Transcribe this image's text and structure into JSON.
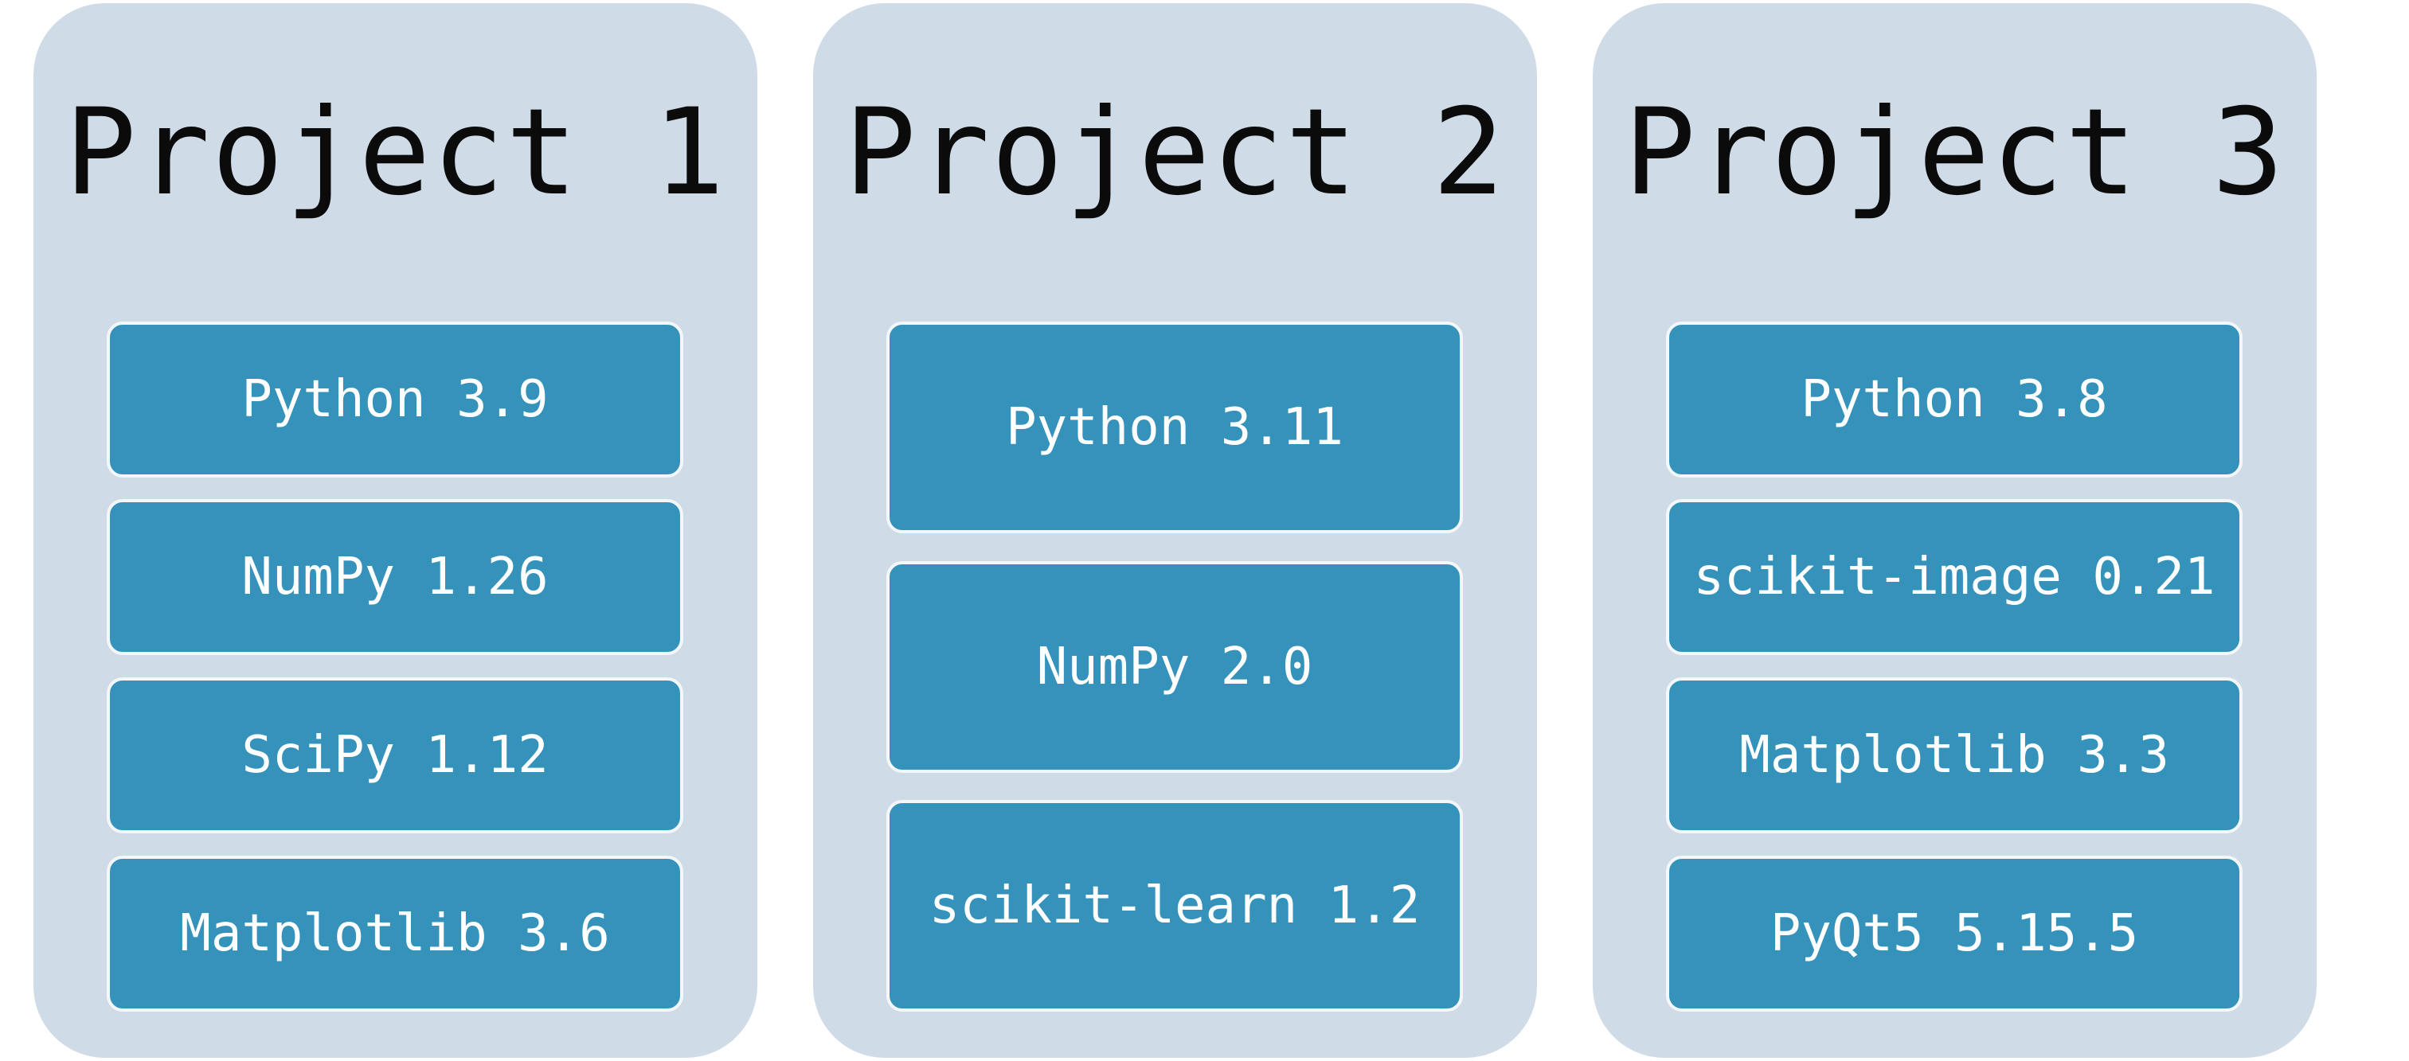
{
  "projects": [
    {
      "title": "Project 1",
      "packages": [
        "Python 3.9",
        "NumPy 1.26",
        "SciPy 1.12",
        "Matplotlib 3.6"
      ]
    },
    {
      "title": "Project 2",
      "packages": [
        "Python 3.11",
        "NumPy 2.0",
        "scikit-learn 1.2"
      ]
    },
    {
      "title": "Project 3",
      "packages": [
        "Python 3.8",
        "scikit-image 0.21",
        "Matplotlib 3.3",
        "PyQt5 5.15.5"
      ]
    }
  ],
  "colors": {
    "panel_background": "#cfdce7",
    "package_box": "#3593bb",
    "package_border": "#f3f7fa",
    "package_text": "#ffffff",
    "title_text": "#0b0b0b"
  }
}
